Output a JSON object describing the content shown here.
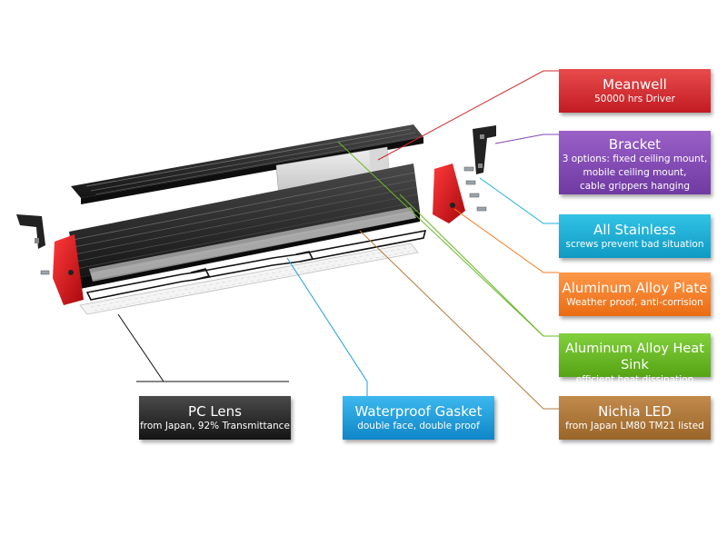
{
  "callouts": {
    "meanwell": {
      "title": "Meanwell",
      "desc": "50000 hrs Driver",
      "color": "#d22a2e"
    },
    "bracket": {
      "title": "Bracket",
      "lines": [
        "3 options: fixed ceiling mount,",
        "mobile ceiling mount,",
        "cable grippers hanging"
      ],
      "color": "#8447b4"
    },
    "stainless": {
      "title": "All Stainless",
      "desc": "screws  prevent bad situation",
      "color": "#1fb0d8"
    },
    "plate": {
      "title": "Aluminum Alloy Plate",
      "desc": "Weather proof, anti-corrision",
      "color": "#f47c20"
    },
    "heatsink": {
      "title": "Aluminum Alloy Heat Sink",
      "desc": "efficient heat dissipation",
      "color": "#6ab82a"
    },
    "led": {
      "title": "Nichia LED",
      "desc": "from Japan LM80 TM21 listed",
      "color": "#b07a3c"
    },
    "pclens": {
      "title": "PC Lens",
      "desc": "from Japan, 92% Transmittance",
      "color": "#1e1e1e"
    },
    "gasket": {
      "title": "Waterproof Gasket",
      "desc": "double face, double proof",
      "color": "#1f9ddc"
    }
  },
  "leader_colors": {
    "meanwell": "#d22a2e",
    "bracket": "#8447b4",
    "stainless": "#1fb0d8",
    "plate": "#f47c20",
    "heatsink": "#6ab82a",
    "led": "#b07a3c",
    "pclens": "#111111",
    "gasket": "#1f9ddc"
  }
}
